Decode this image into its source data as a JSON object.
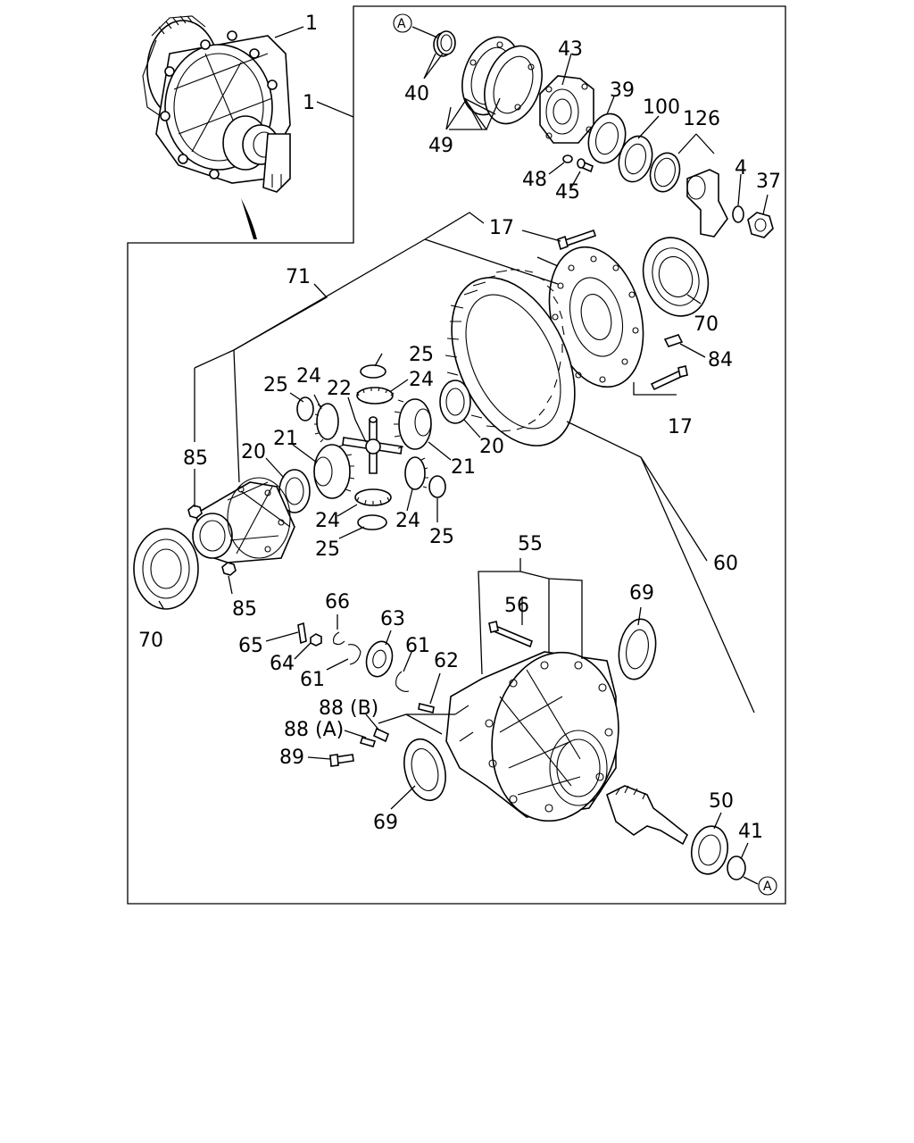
{
  "diagram": {
    "part_labels": {
      "l1a": "1",
      "l1b": "1",
      "l40": "40",
      "l49": "49",
      "l43": "43",
      "l39": "39",
      "l100": "100",
      "l126": "126",
      "l4": "4",
      "l37": "37",
      "l48": "48",
      "l45": "45",
      "l17a": "17",
      "l17b": "17",
      "l70a": "70",
      "l70b": "70",
      "l84": "84",
      "l71": "71",
      "l25a": "25",
      "l25b": "25",
      "l25c": "25",
      "l25d": "25",
      "l24a": "24",
      "l24b": "24",
      "l24c": "24",
      "l24d": "24",
      "l22": "22",
      "l20a": "20",
      "l20b": "20",
      "l21a": "21",
      "l21b": "21",
      "l85a": "85",
      "l85b": "85",
      "l60": "60",
      "l55": "55",
      "l56": "56",
      "l66": "66",
      "l63": "63",
      "l65": "65",
      "l64": "64",
      "l61a": "61",
      "l61b": "61",
      "l62": "62",
      "l69a": "69",
      "l69b": "69",
      "l88b": "88 (B)",
      "l88a": "88 (A)",
      "l89": "89",
      "l50": "50",
      "l41": "41"
    },
    "ref_marks": {
      "top": "A",
      "bottom": "A"
    }
  }
}
